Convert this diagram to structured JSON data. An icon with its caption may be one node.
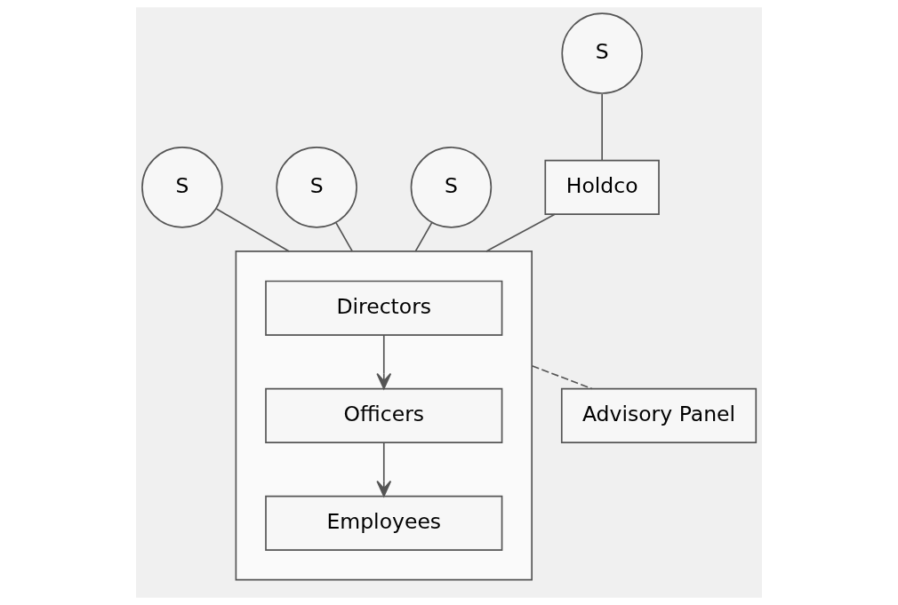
{
  "diagram": {
    "nodes": [
      {
        "text": [
          "S"
        ]
      },
      {
        "text": [
          "S"
        ]
      },
      {
        "text": [
          "S"
        ]
      },
      {
        "text": [
          "S"
        ]
      },
      {
        "text": [
          "Holdco"
        ]
      },
      {
        "text": [],
        "shape": "box"
      },
      {
        "text": [
          "Directors"
        ],
        "in": 5
      },
      {
        "text": [
          "Officers"
        ],
        "in": 5
      },
      {
        "text": [
          "Employees"
        ],
        "in": 5
      },
      {
        "text": [
          "Advisory Panel"
        ]
      }
    ],
    "edges": [
      {
        "from": 0,
        "to": 5,
        "arrow": "none"
      },
      {
        "from": 1,
        "to": 5,
        "arrow": "none"
      },
      {
        "from": 2,
        "to": 5,
        "arrow": "none"
      },
      {
        "from": 3,
        "to": 4,
        "arrow": "none"
      },
      {
        "from": 4,
        "to": 5,
        "arrow": "none"
      },
      {
        "from": 6,
        "to": 7,
        "arrow": "to"
      },
      {
        "from": 7,
        "to": 8,
        "arrow": "to"
      },
      {
        "from": 5,
        "to": 9,
        "arrow": "none",
        "style": "dashed"
      }
    ]
  }
}
